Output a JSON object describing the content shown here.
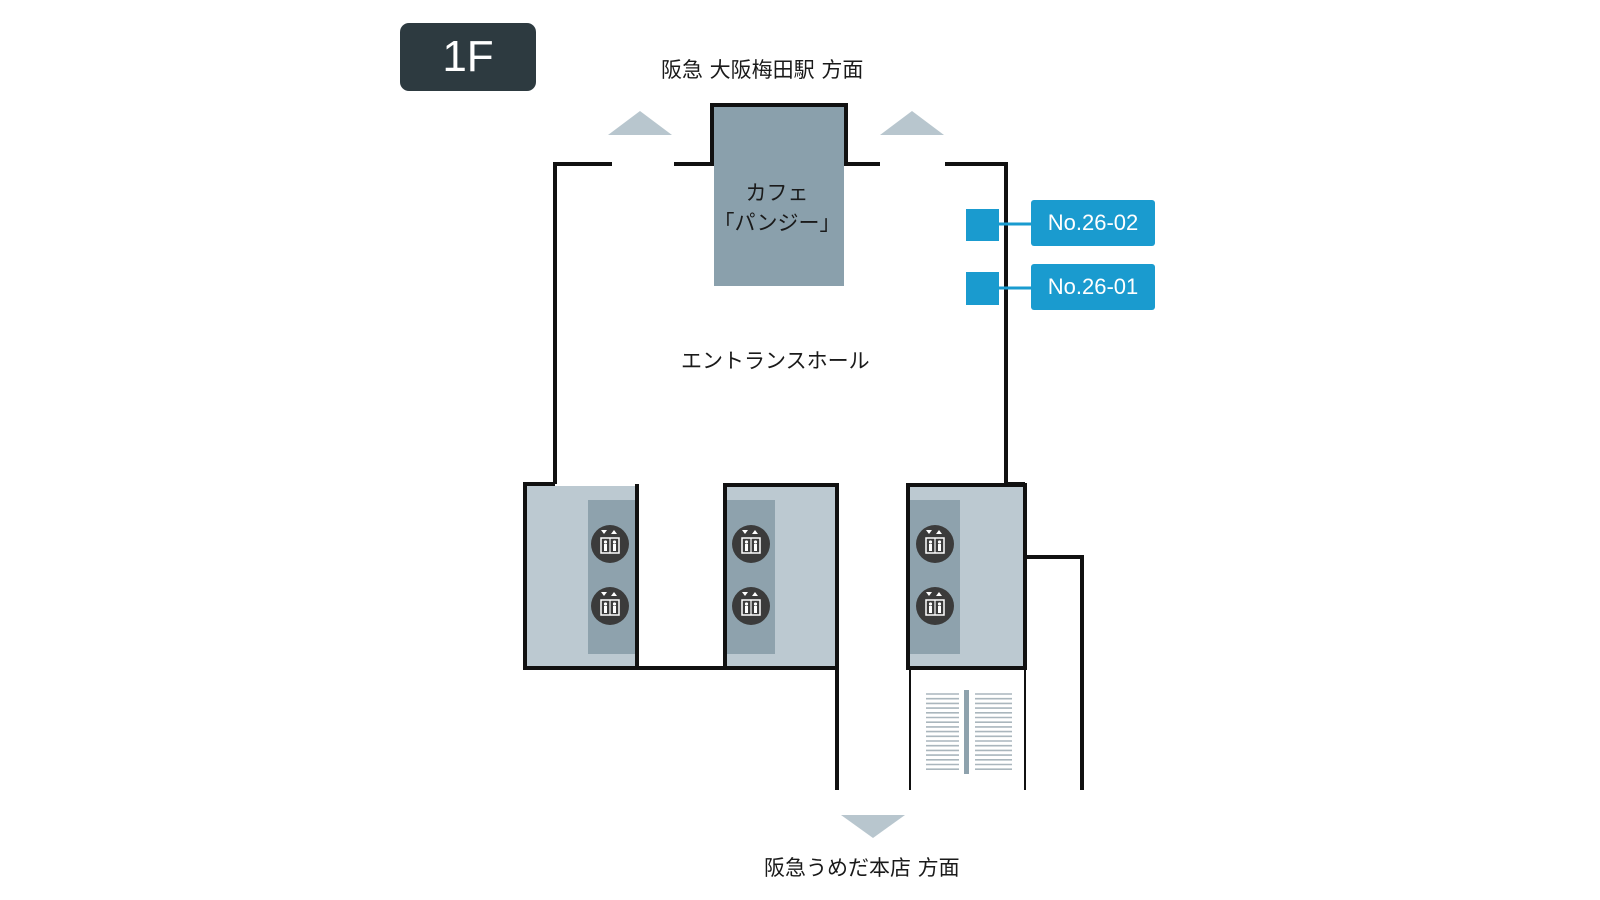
{
  "floor": {
    "label": "1F"
  },
  "directions": {
    "top": "阪急 大阪梅田駅 方面",
    "bottom": "阪急うめだ本店 方面"
  },
  "cafe": {
    "line1": "カフェ",
    "line2": "「パンジー」"
  },
  "hall": {
    "label": "エントランスホール"
  },
  "locations": [
    {
      "id": "No.26-02"
    },
    {
      "id": "No.26-01"
    }
  ],
  "icons": {
    "elevator": "elevator-icon",
    "arrow": "arrow-triangle-icon",
    "marker": "location-marker-square"
  },
  "colors": {
    "badge": "#2d3a40",
    "accent": "#1a9bcf",
    "wall": "#111111",
    "cafe_fill": "#8aa0ac",
    "bank_fill": "#bcc9d1",
    "car_fill": "#8ea2ad",
    "arrow_fill": "#b8c6ce",
    "elevator_icon": "#3b3b3b",
    "stair_lines": "#aab6bd"
  }
}
